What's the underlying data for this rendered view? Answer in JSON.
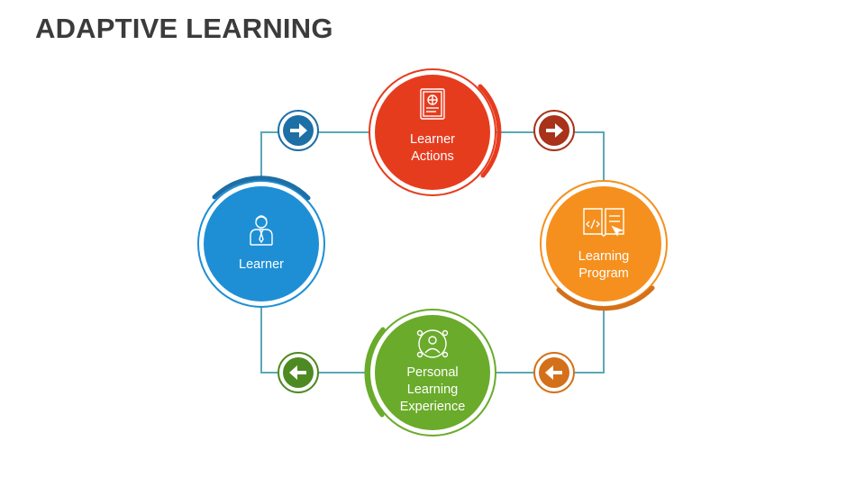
{
  "title": "ADAPTIVE LEARNING",
  "colors": {
    "connector": "#5aa9b5",
    "learner": "#1e8fd5",
    "learner_actions": "#e63c1e",
    "learning_program": "#f5901e",
    "personal_experience": "#6aab2b",
    "arrow_blue": "#1d6fa5",
    "arrow_red": "#a8321a",
    "arrow_orange": "#d4701a",
    "arrow_green": "#4e8a22"
  },
  "nodes": [
    {
      "id": "learner_actions",
      "lines": [
        "Learner",
        "Actions"
      ],
      "icon": "document-icon"
    },
    {
      "id": "learning_program",
      "lines": [
        "Learning",
        "Program"
      ],
      "icon": "open-book-code-icon"
    },
    {
      "id": "personal_experience",
      "lines": [
        "Personal",
        "Learning",
        "Experience"
      ],
      "icon": "person-network-icon"
    },
    {
      "id": "learner",
      "lines": [
        "Learner"
      ],
      "icon": "person-tie-icon"
    }
  ],
  "arrows": [
    {
      "id": "top-left",
      "direction": "right",
      "icon": "arrow-right-icon"
    },
    {
      "id": "top-right",
      "direction": "right",
      "icon": "arrow-right-icon"
    },
    {
      "id": "bottom-right",
      "direction": "left",
      "icon": "arrow-left-icon"
    },
    {
      "id": "bottom-left",
      "direction": "left",
      "icon": "arrow-left-icon"
    }
  ]
}
